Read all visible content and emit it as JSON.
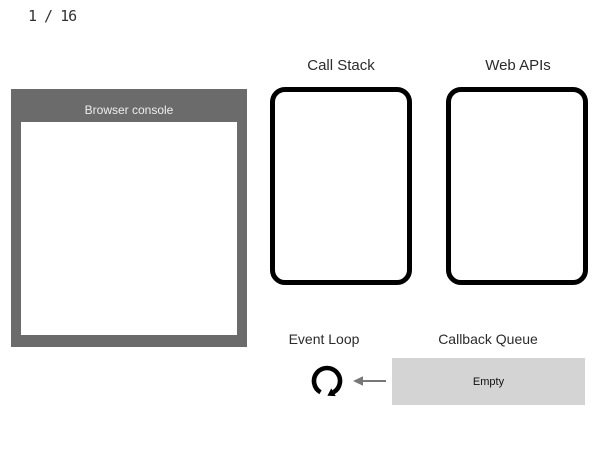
{
  "page": {
    "slide_counter": "1 / 16"
  },
  "browser_console": {
    "title": "Browser console",
    "output": ""
  },
  "call_stack": {
    "label": "Call Stack"
  },
  "web_apis": {
    "label": "Web APIs"
  },
  "event_loop": {
    "label": "Event Loop",
    "icon": "rotate-clockwise-icon"
  },
  "callback_queue": {
    "label": "Callback Queue",
    "status": "Empty"
  },
  "icons": {
    "queue_to_loop_arrow": "arrow-left-icon"
  },
  "colors": {
    "console_gray": "#6b6b6b",
    "console_title": "#eeeeee",
    "queue_gray": "#d4d4d4",
    "box_border": "#000000",
    "label_text": "#2b2b2b",
    "arrow_gray": "#777777",
    "page_bg": "#ffffff"
  }
}
